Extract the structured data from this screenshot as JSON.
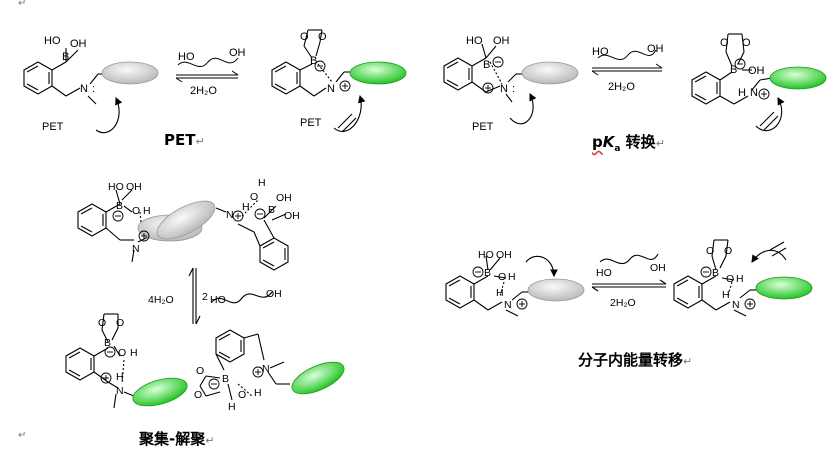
{
  "labels": {
    "ho": "HO",
    "oh": "OH",
    "b": "B",
    "n": "N",
    "h": "H",
    "o": "O",
    "pet": "PET",
    "two_h2o": "2H₂O",
    "four_h2o": "4H₂O",
    "two": "2",
    "diol_left": "HO",
    "diol_right": "OH"
  },
  "captions": {
    "pet": "PET",
    "pka_p": "p",
    "pka_k": "K",
    "pka_a": "a",
    "pka_rest": " 转换",
    "aggregation": "聚集-解聚",
    "energy_transfer": "分子内能量转移"
  },
  "marks": {
    "paragraph": "↵",
    "corner": "↵"
  },
  "colors": {
    "green": "#2fd62f",
    "grey": "#cfcfcf"
  }
}
